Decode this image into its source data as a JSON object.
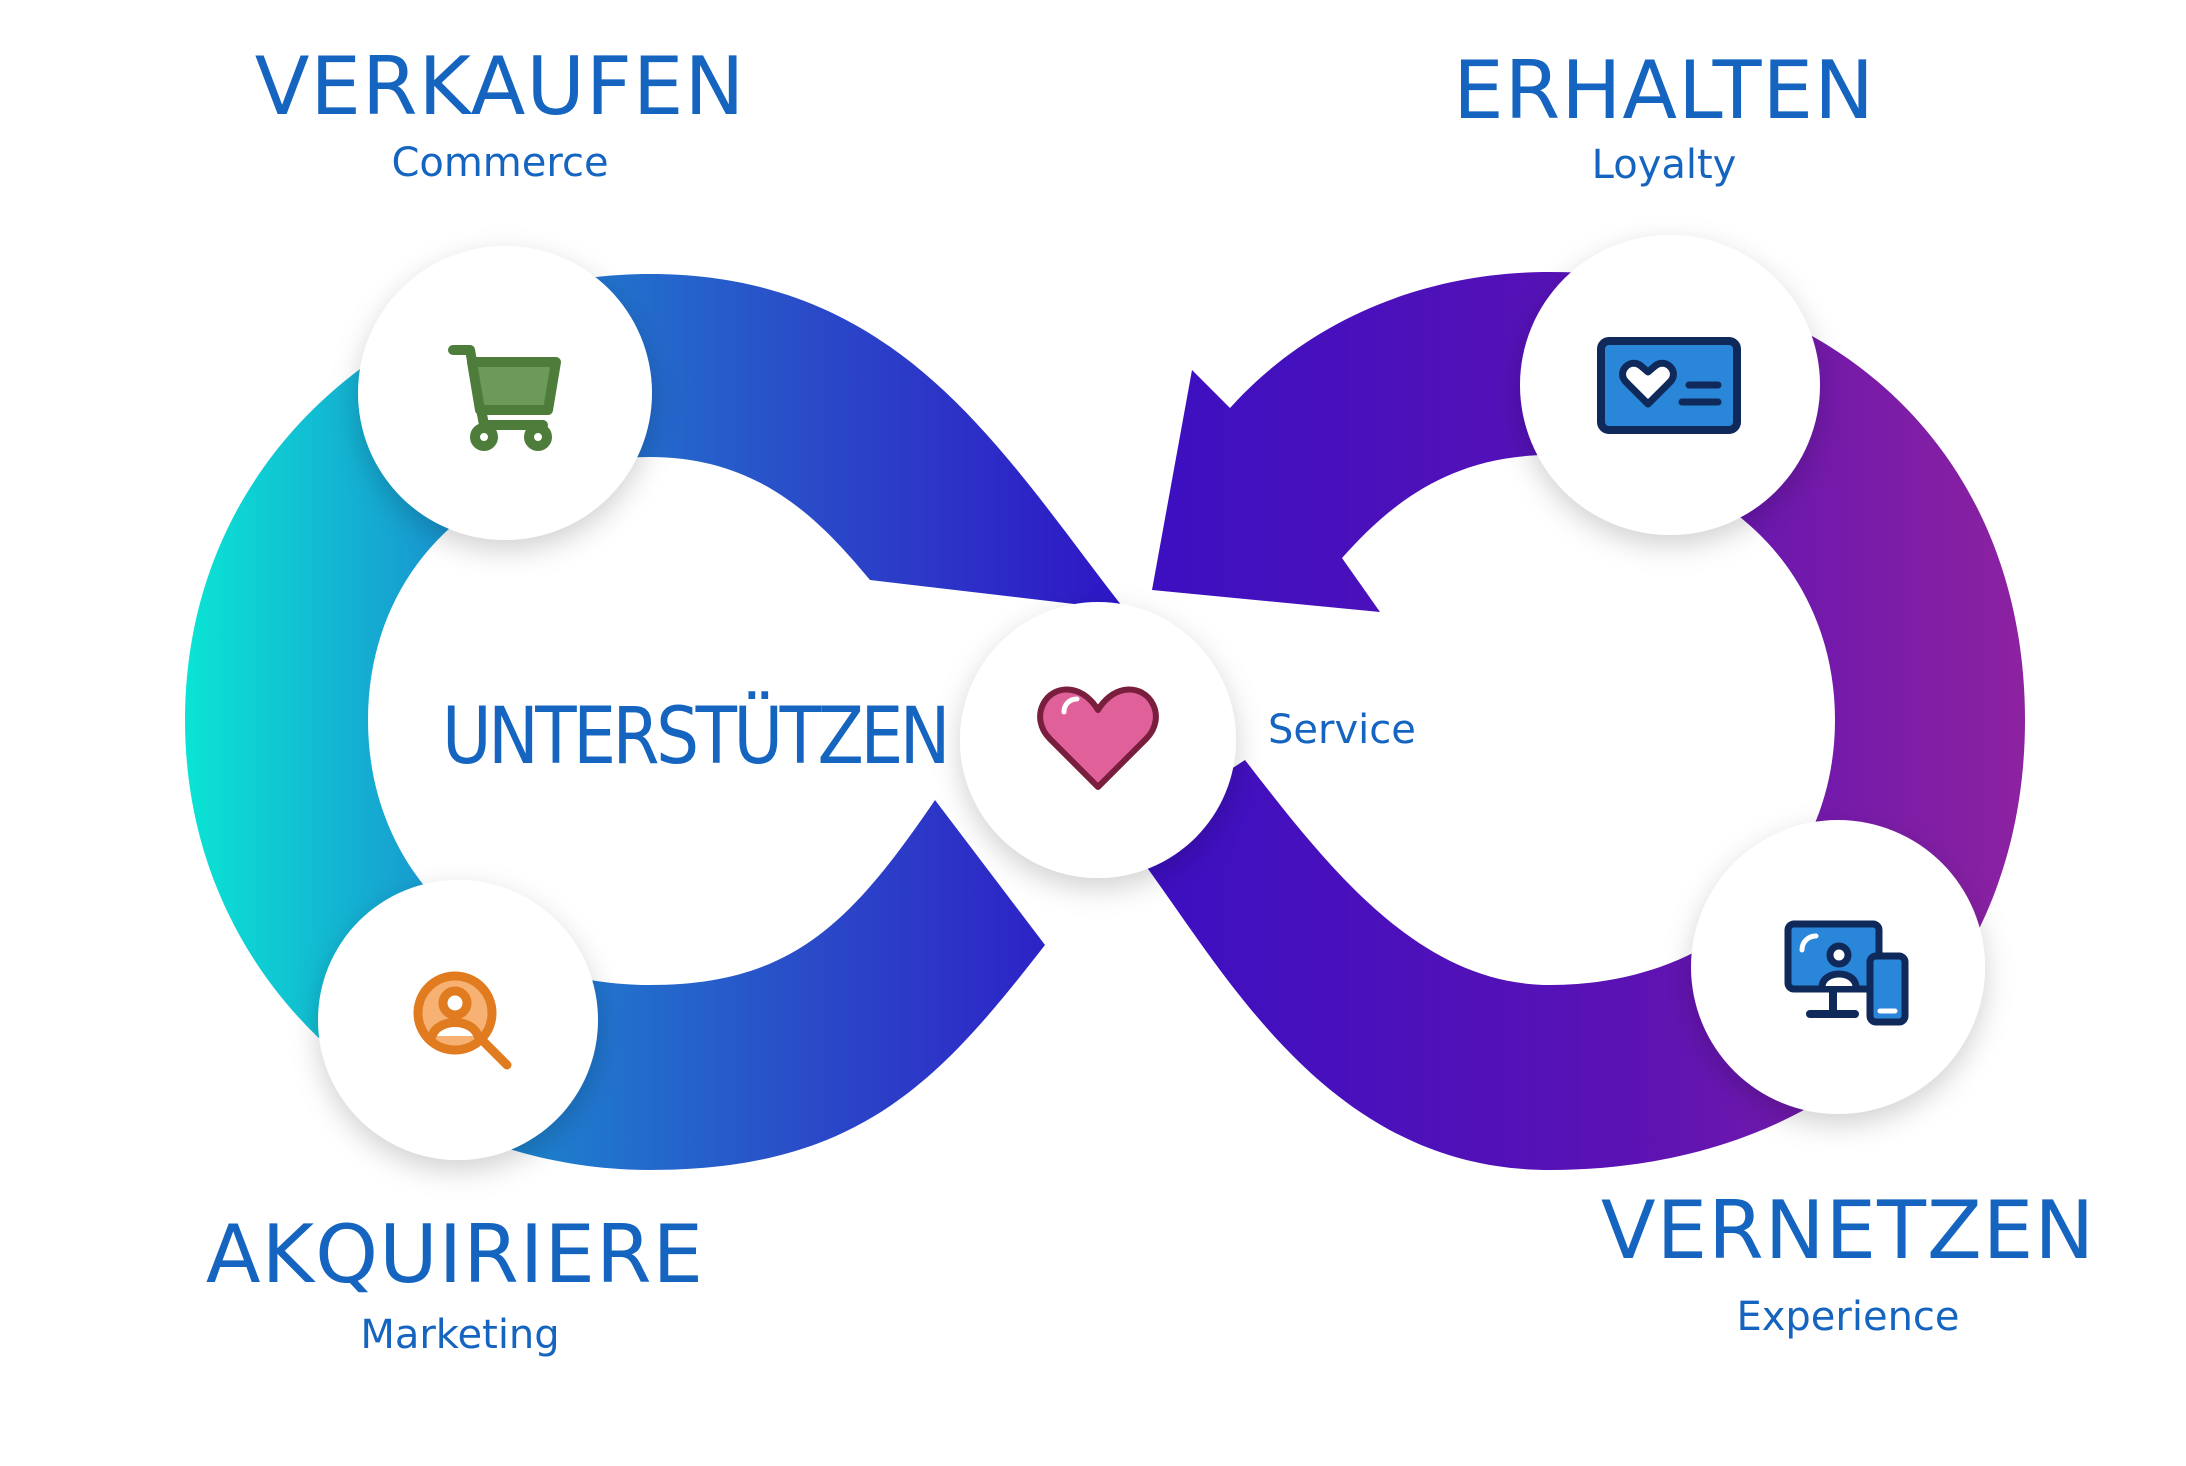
{
  "colors": {
    "text": "#1565c0",
    "gradient_left": "#0ae6d4",
    "gradient_mid": "#2b2fc4",
    "gradient_right_dark": "#3d0fc0",
    "gradient_right": "#8a1fa0"
  },
  "stages": {
    "verkaufen": {
      "title": "VERKAUFEN",
      "subtitle": "Commerce",
      "icon": "shopping-cart-icon"
    },
    "erhalten": {
      "title": "ERHALTEN",
      "subtitle": "Loyalty",
      "icon": "loyalty-card-icon"
    },
    "akquiriere": {
      "title": "AKQUIRIERE",
      "subtitle": "Marketing",
      "icon": "person-search-icon"
    },
    "vernetzen": {
      "title": "VERNETZEN",
      "subtitle": "Experience",
      "icon": "devices-icon"
    }
  },
  "center": {
    "title": "UNTERSTÜTZEN",
    "subtitle": "Service",
    "icon": "heart-icon"
  }
}
